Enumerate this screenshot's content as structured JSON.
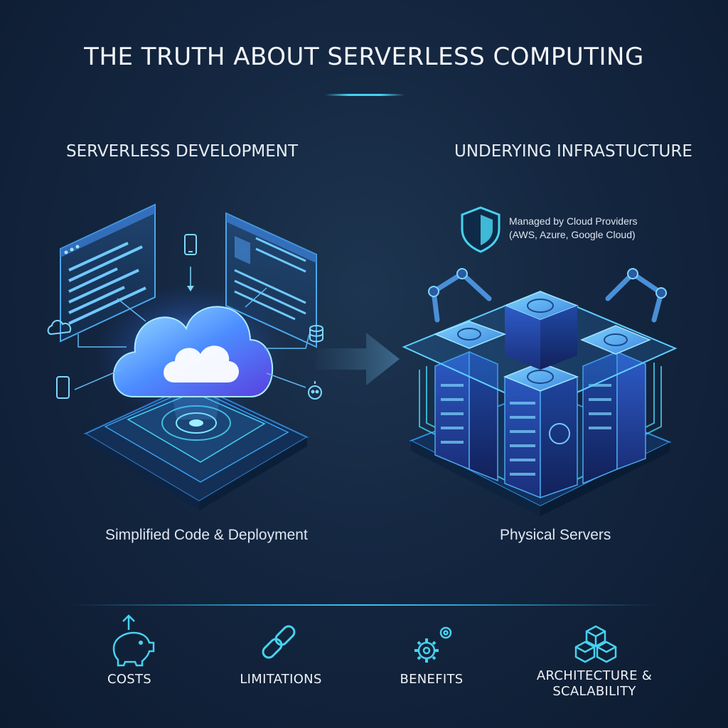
{
  "title": "THE TRUTH ABOUT SERVERLESS COMPUTING",
  "left_panel": {
    "heading": "SERVERLESS DEVELOPMENT",
    "caption": "Simplified Code & Deployment"
  },
  "right_panel": {
    "heading": "UNDERYING INFRASTUCTURE",
    "caption": "Physical Servers",
    "managed_line1": "Managed by Cloud Providers",
    "managed_line2": "(AWS, Azure, Google Cloud)"
  },
  "features": [
    {
      "label_line1": "COSTS",
      "label_line2": "",
      "icon": "piggy-bank-icon"
    },
    {
      "label_line1": "LIMITATIONS",
      "label_line2": "",
      "icon": "chain-link-icon"
    },
    {
      "label_line1": "BENEFITS",
      "label_line2": "",
      "icon": "gears-icon"
    },
    {
      "label_line1": "ARCHITECTURE &",
      "label_line2": "SCALABILITY",
      "icon": "stacked-cubes-icon"
    }
  ],
  "colors": {
    "accent": "#46d2f0",
    "background": "#142640",
    "glow": "#3fa9ff"
  }
}
